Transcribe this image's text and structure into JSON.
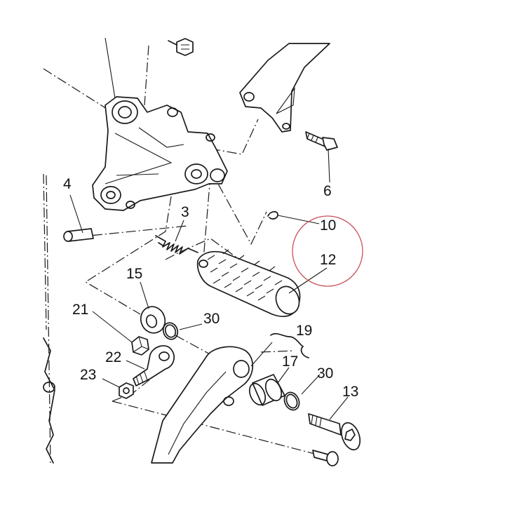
{
  "callouts": {
    "c3": "3",
    "c4": "4",
    "c6": "6",
    "c10": "10",
    "c12": "12",
    "c13": "13",
    "c15": "15",
    "c17": "17",
    "c19": "19",
    "c21": "21",
    "c22": "22",
    "c23": "23",
    "c30a": "30",
    "c30b": "30"
  },
  "highlight": {
    "target_callout": "12",
    "color": "#c9505a"
  },
  "colors": {
    "line": "#1a1a1a",
    "background": "#ffffff"
  }
}
